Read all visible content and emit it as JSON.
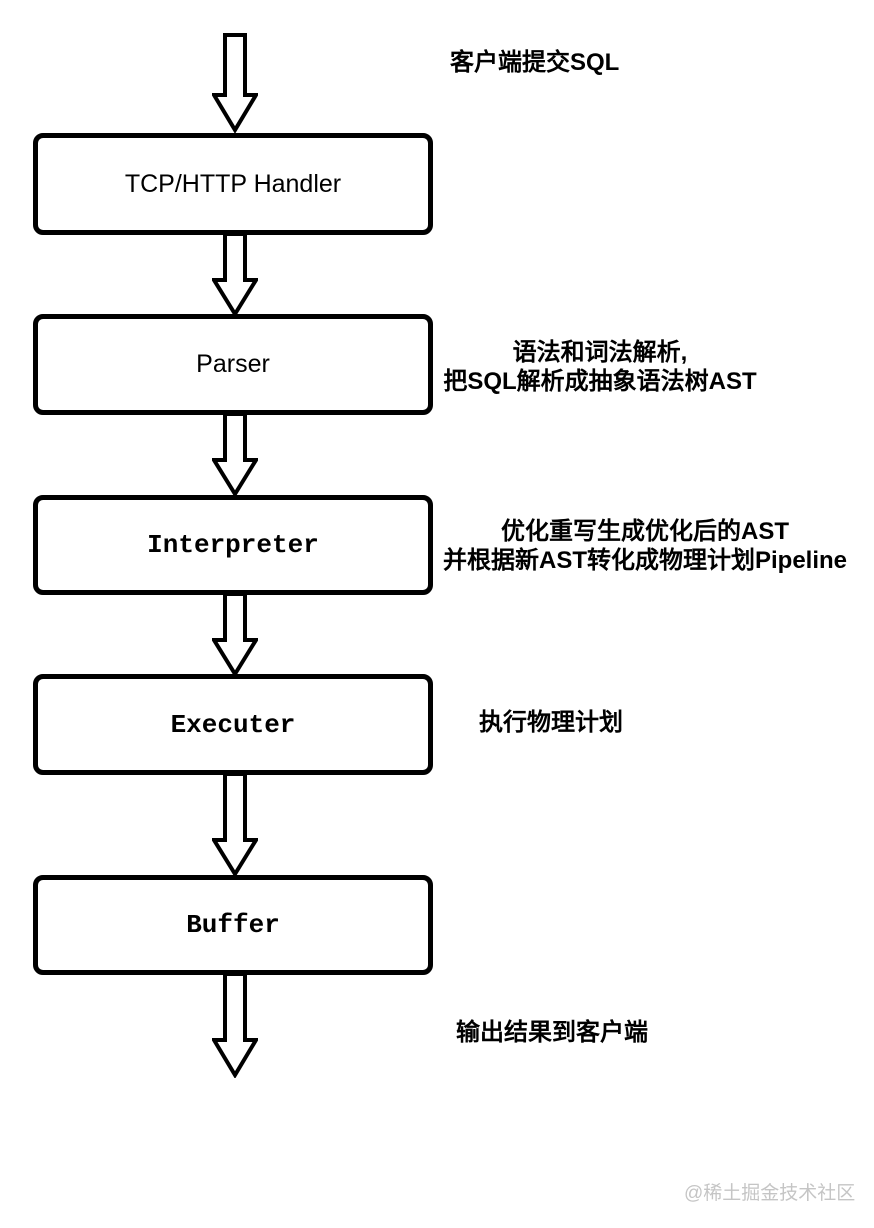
{
  "diagram": {
    "input_note": "客户端提交SQL",
    "output_note": "输出结果到客户端",
    "nodes": [
      {
        "label": "TCP/HTTP Handler"
      },
      {
        "label": "Parser"
      },
      {
        "label": "Interpreter"
      },
      {
        "label": "Executer"
      },
      {
        "label": "Buffer"
      }
    ],
    "annotations": {
      "parser": {
        "line1": "语法和词法解析,",
        "line2": "把SQL解析成抽象语法树AST"
      },
      "interpreter": {
        "line1": "优化重写生成优化后的AST",
        "line2": "并根据新AST转化成物理计划Pipeline"
      },
      "executer": "执行物理计划"
    },
    "watermark": "@稀土掘金技术社区"
  },
  "colors": {
    "stroke": "#000000",
    "background": "#ffffff",
    "watermark": "#c5c5c5"
  }
}
